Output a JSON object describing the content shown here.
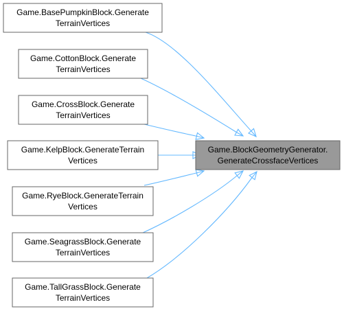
{
  "diagram": {
    "target": {
      "id": "target",
      "line1": "Game.BlockGeometryGenerator.",
      "line2": "GenerateCrossfaceVertices"
    },
    "callers": [
      {
        "id": "basepumpkin",
        "line1": "Game.BasePumpkinBlock.Generate",
        "line2": "TerrainVertices"
      },
      {
        "id": "cotton",
        "line1": "Game.CottonBlock.Generate",
        "line2": "TerrainVertices"
      },
      {
        "id": "cross",
        "line1": "Game.CrossBlock.Generate",
        "line2": "TerrainVertices"
      },
      {
        "id": "kelp",
        "line1": "Game.KelpBlock.GenerateTerrain",
        "line2": "Vertices"
      },
      {
        "id": "rye",
        "line1": "Game.RyeBlock.GenerateTerrain",
        "line2": "Vertices"
      },
      {
        "id": "seagrass",
        "line1": "Game.SeagrassBlock.Generate",
        "line2": "TerrainVertices"
      },
      {
        "id": "tallgrass",
        "line1": "Game.TallGrassBlock.Generate",
        "line2": "TerrainVertices"
      }
    ],
    "colors": {
      "edge": "#63b8ff",
      "target_fill": "#999999",
      "node_border": "#666666"
    }
  }
}
